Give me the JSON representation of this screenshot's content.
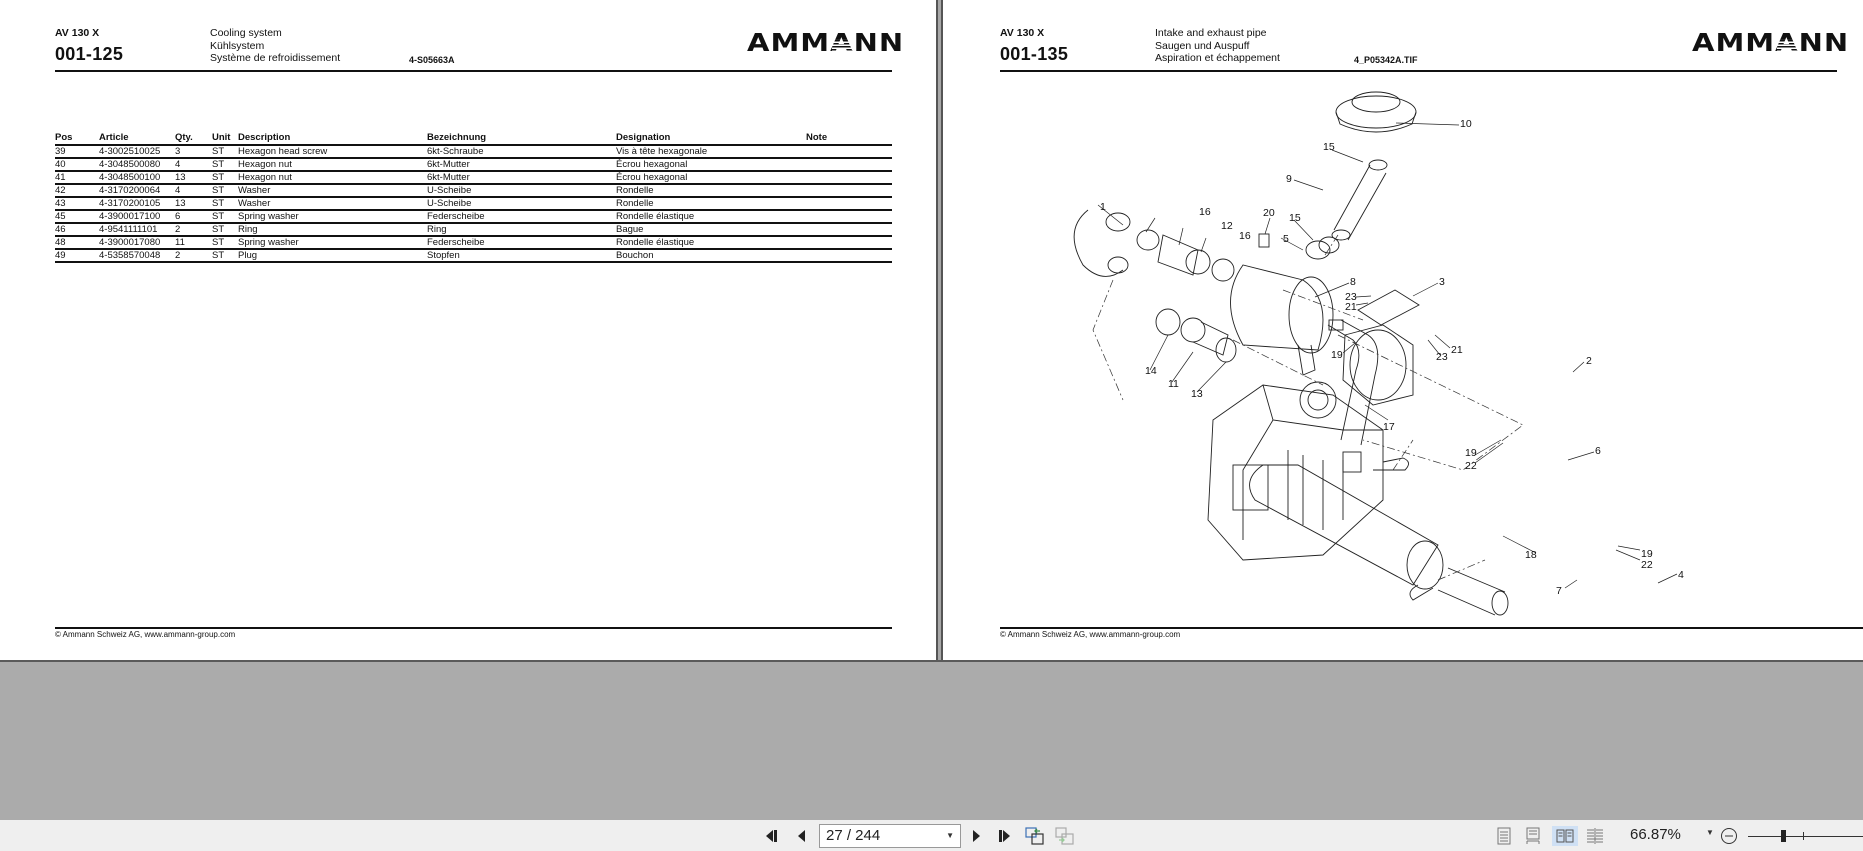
{
  "pages": [
    {
      "model": "AV 130 X",
      "section_code": "001-125",
      "titles": [
        "Cooling system",
        "Kühlsystem",
        "Système de refroidissement"
      ],
      "reference": "4-S05663A",
      "logo": "AMMANN",
      "table": {
        "headers": [
          "Pos",
          "Article",
          "Qty.",
          "Unit",
          "Description",
          "Bezeichnung",
          "Designation",
          "Note"
        ],
        "rows": [
          [
            "39",
            "4-3002510025",
            "3",
            "ST",
            "Hexagon head screw",
            "6kt-Schraube",
            "Vis à tête hexagonale",
            ""
          ],
          [
            "40",
            "4-3048500080",
            "4",
            "ST",
            "Hexagon nut",
            "6kt-Mutter",
            "Écrou hexagonal",
            ""
          ],
          [
            "41",
            "4-3048500100",
            "13",
            "ST",
            "Hexagon nut",
            "6kt-Mutter",
            "Écrou hexagonal",
            ""
          ],
          [
            "42",
            "4-3170200064",
            "4",
            "ST",
            "Washer",
            "U-Scheibe",
            "Rondelle",
            ""
          ],
          [
            "43",
            "4-3170200105",
            "13",
            "ST",
            "Washer",
            "U-Scheibe",
            "Rondelle",
            ""
          ],
          [
            "45",
            "4-3900017100",
            "6",
            "ST",
            "Spring washer",
            "Federscheibe",
            "Rondelle élastique",
            ""
          ],
          [
            "46",
            "4-9541111101",
            "2",
            "ST",
            "Ring",
            "Ring",
            "Bague",
            ""
          ],
          [
            "48",
            "4-3900017080",
            "11",
            "ST",
            "Spring washer",
            "Federscheibe",
            "Rondelle élastique",
            ""
          ],
          [
            "49",
            "4-5358570048",
            "2",
            "ST",
            "Plug",
            "Stopfen",
            "Bouchon",
            ""
          ]
        ]
      },
      "footer": "© Ammann Schweiz AG, www.ammann-group.com"
    },
    {
      "model": "AV 130 X",
      "section_code": "001-135",
      "titles": [
        "Intake and exhaust pipe",
        "Saugen und Auspuff",
        "Aspiration et échappement"
      ],
      "reference": "4_P05342A.TIF",
      "logo": "AMMANN",
      "diagram": {
        "callouts": [
          "10",
          "15",
          "9",
          "1",
          "16",
          "12",
          "16",
          "20",
          "15",
          "5",
          "8",
          "23",
          "21",
          "3",
          "14",
          "11",
          "13",
          "19",
          "23",
          "21",
          "17",
          "2",
          "6",
          "19",
          "22",
          "18",
          "19",
          "22",
          "4",
          "7"
        ]
      },
      "footer": "© Ammann Schweiz AG, www.ammann-group.com"
    }
  ],
  "toolbar": {
    "first_page_icon": "skip-to-first-icon",
    "prev_page_icon": "previous-page-icon",
    "page_indicator": "27 / 244",
    "next_page_icon": "next-page-icon",
    "last_page_icon": "skip-to-last-icon",
    "back_view_icon": "previous-view-icon",
    "forward_view_icon": "next-view-icon",
    "view_modes": [
      "single-page",
      "continuous",
      "two-page",
      "two-page-continuous"
    ],
    "active_view_mode": "two-page",
    "zoom_level": "66.87%"
  }
}
